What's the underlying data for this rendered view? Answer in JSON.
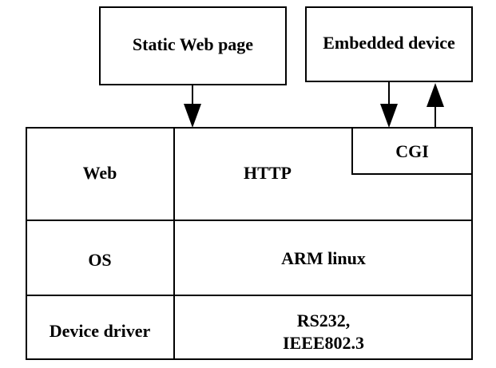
{
  "top_boxes": {
    "static_web_page": "Static Web page",
    "embedded_device": "Embedded device"
  },
  "layers": {
    "web": {
      "left": "Web",
      "right": "HTTP",
      "cgi": "CGI"
    },
    "os": {
      "left": "OS",
      "right": "ARM linux"
    },
    "driver": {
      "left": "Device driver",
      "right_line1": "RS232,",
      "right_line2": "IEEE802.3"
    }
  }
}
